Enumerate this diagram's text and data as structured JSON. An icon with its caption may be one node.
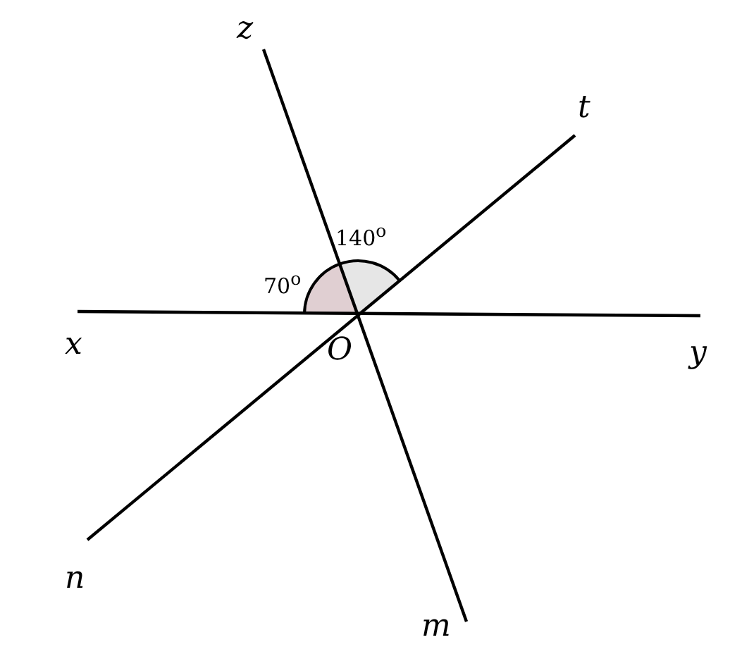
{
  "diagram": {
    "labels": [
      "z",
      "t",
      "140$^{o}$",
      "70$^{o}$",
      "x",
      "O",
      "y",
      "n",
      "m"
    ]
  }
}
